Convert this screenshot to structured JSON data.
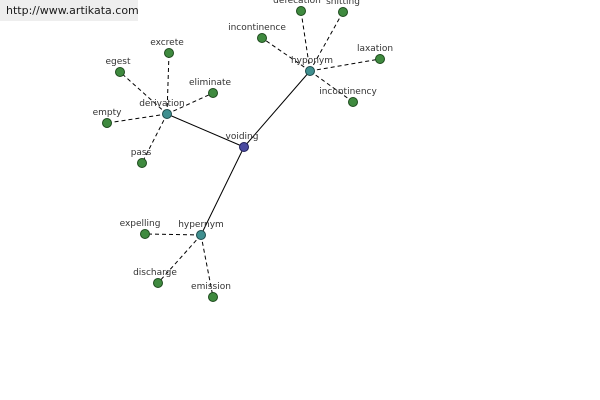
{
  "source_link": {
    "text": "http://www.artikata.com"
  },
  "graph": {
    "root": {
      "id": "voiding",
      "label": "voiding",
      "color": "#4a4aa0"
    },
    "hubs": [
      {
        "id": "derivation",
        "label": "derivation",
        "relation": "derivation",
        "color": "#3f8f8f",
        "children": [
          "egest",
          "excrete",
          "eliminate",
          "empty",
          "pass"
        ]
      },
      {
        "id": "hyponym",
        "label": "hyponym",
        "relation": "hyponym",
        "color": "#3f8f8f",
        "children": [
          "defecation",
          "shitting",
          "incontinence",
          "laxation",
          "incontinency"
        ]
      },
      {
        "id": "hypernym",
        "label": "hypernym",
        "relation": "hypernym",
        "color": "#3f8f8f",
        "children": [
          "expelling",
          "discharge",
          "emission"
        ]
      }
    ],
    "leaves": [
      {
        "id": "egest",
        "label": "egest"
      },
      {
        "id": "excrete",
        "label": "excrete"
      },
      {
        "id": "eliminate",
        "label": "eliminate"
      },
      {
        "id": "empty",
        "label": "empty"
      },
      {
        "id": "pass",
        "label": "pass"
      },
      {
        "id": "defecation",
        "label": "defecation"
      },
      {
        "id": "shitting",
        "label": "shitting"
      },
      {
        "id": "incontinence",
        "label": "incontinence"
      },
      {
        "id": "laxation",
        "label": "laxation"
      },
      {
        "id": "incontinency",
        "label": "incontinency"
      },
      {
        "id": "expelling",
        "label": "expelling"
      },
      {
        "id": "discharge",
        "label": "discharge"
      },
      {
        "id": "emission",
        "label": "emission"
      }
    ],
    "leaf_color": "#3f8a3f"
  }
}
